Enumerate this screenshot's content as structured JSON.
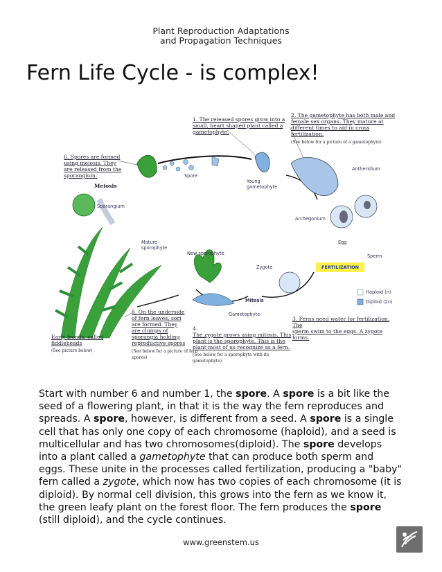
{
  "header": {
    "line1": "Plant Reproduction Adaptations",
    "line2": "and Propagation Techniques"
  },
  "title": "Fern Life Cycle - is complex!",
  "diagram": {
    "note1": [
      "1. The released spores grow into a",
      "small, heart shaped plant called a",
      "gametophyte."
    ],
    "note2": [
      "2. The gametophyte has both male and",
      "female sex organs. They mature at",
      "different times to aid in cross fertilization."
    ],
    "note2_sub": "(See below for a picture of a gametophyte)",
    "note3": [
      "3. Ferns need water for fertilization. The",
      "sperm swim to the eggs. A zygote",
      "forms."
    ],
    "note4": [
      "4.",
      "The zygote grows using mitosis. This",
      "plant is the sporophyte. This is the",
      "plant most of us recognize as a fern."
    ],
    "note4_sub": [
      "(See below for a sporophyte with its",
      "gametophyte)"
    ],
    "note5": [
      "5. On the underside",
      "of fern leaves, sori",
      "are formed. They",
      "are clumps of",
      "sporangia holding",
      "reproductive spores"
    ],
    "note5_sub": [
      "(See below for a picture of fern",
      "spores)"
    ],
    "note6": [
      "6. Spores are formed",
      "using meiosis. They",
      "are released from the",
      "sporangium."
    ],
    "meiosis": "Meiosis",
    "early": [
      "Early fronds, called",
      "fiddleheads"
    ],
    "early_sub": "(See picture below)",
    "spore": "Spore",
    "young_gametophyte": [
      "Young",
      "gametophyte"
    ],
    "antheridium": "Antheridium",
    "archegonium": "Archegonium",
    "egg": "Egg",
    "sperm": "Sperm",
    "fertilization": "FERTILIZATION",
    "sporangium": "Sporangium",
    "mature_sporophyte": [
      "Mature",
      "sporophyte"
    ],
    "new_sporophyte": "New sporophyte",
    "zygote": "Zygote",
    "mitosis": "Mitosis",
    "gametophyte": "Gametophyte",
    "haploid": "Haploid (n)",
    "diploid": "Diploid (2n)"
  },
  "body": {
    "p1": "Start with number 6 and number 1, the ",
    "spore1": "spore",
    "p2": ". A ",
    "spore2": "spore",
    "p3": " is a bit like the seed of a flowering plant, in that it is the way the fern reproduces and spreads. A ",
    "spore3": "spore",
    "p4": ", however, is different from a seed. A ",
    "spore4": "spore",
    "p5": " is a single cell that has only one copy of each chromosome (haploid), and a seed is multicellular and has two chromosomes(diploid). The ",
    "spore5": "spore",
    "p6": " develops into a plant called a ",
    "gametophyte": "gametophyte",
    "p7": " that can produce both sperm and eggs. These unite in the processes called fertilization, producing a \"baby\" fern called a ",
    "zygote": "zygote",
    "p8": ", which now has two copies of each chromosome (it is diploid). By normal cell division, this grows into the fern as we know it, the green leafy plant on the forest floor. The fern produces the ",
    "spore6": "spore",
    "p9": " (still diploid), and the cycle continues."
  },
  "footer": "www.greenstem.us",
  "colors": {
    "leaf_green": "#3aa13a",
    "fern_green": "#2f8f3a",
    "cell_blue": "#6f9fcf",
    "fert_yellow": "#fff04a"
  },
  "icons": [
    "logo-icon"
  ]
}
